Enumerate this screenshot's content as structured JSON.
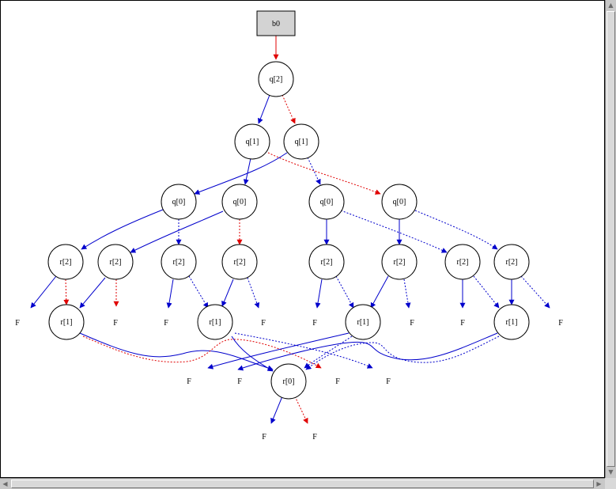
{
  "diagram": {
    "nodes": {
      "b0": "b0",
      "q2": "q[2]",
      "q1a": "q[1]",
      "q1b": "q[1]",
      "q0a": "q[0]",
      "q0b": "q[0]",
      "q0c": "q[0]",
      "q0d": "q[0]",
      "r2a": "r[2]",
      "r2b": "r[2]",
      "r2c": "r[2]",
      "r2d": "r[2]",
      "r2e": "r[2]",
      "r2f": "r[2]",
      "r2g": "r[2]",
      "r2h": "r[2]",
      "r1a": "r[1]",
      "r1b": "r[1]",
      "r1c": "r[1]",
      "r1d": "r[1]",
      "r0": "r[0]"
    },
    "terminal_label": "F",
    "colors": {
      "solid_edge": "#0000cc",
      "dashed_edge": "#0000cc",
      "root_edge": "#e00000",
      "node_fill": "#ffffff",
      "box_fill": "#d3d3d3"
    }
  },
  "scrollbars": {
    "up_icon": "▲",
    "down_icon": "▼",
    "left_icon": "◀",
    "right_icon": "▶"
  }
}
